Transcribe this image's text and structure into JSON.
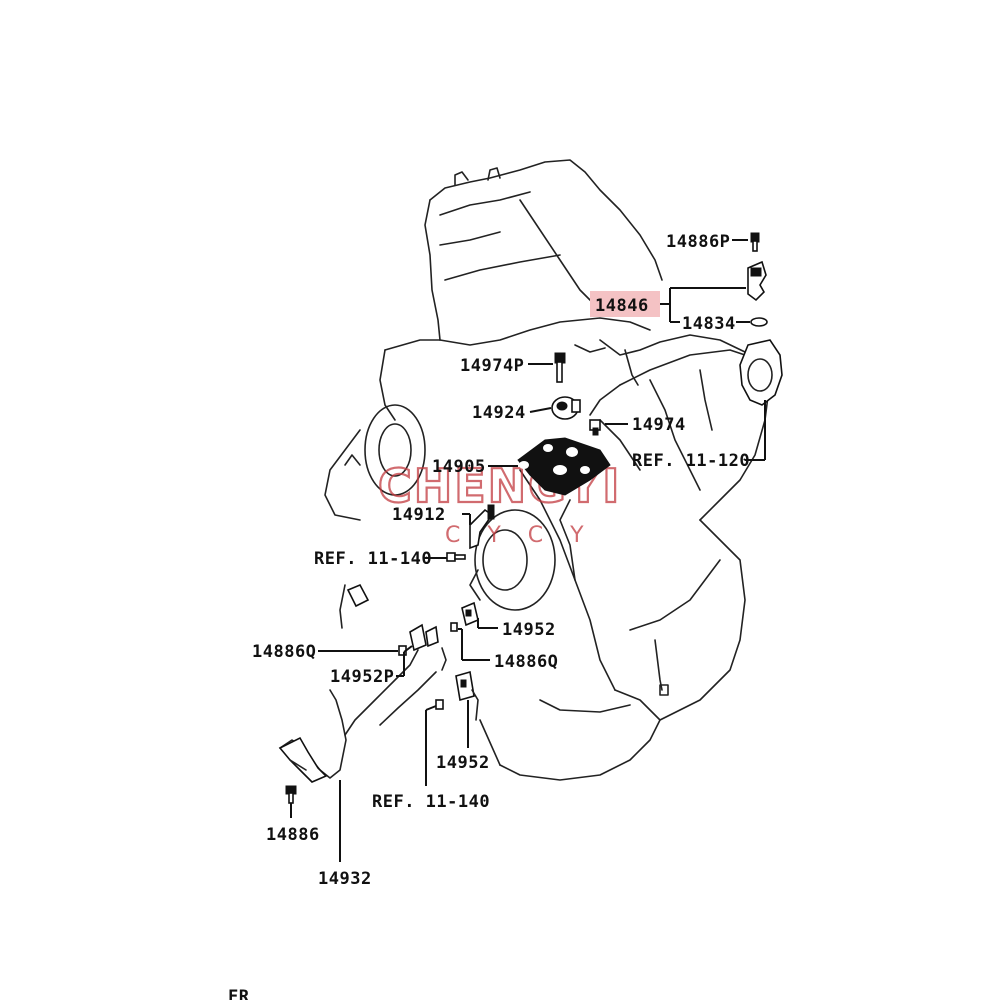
{
  "highlight_color": "#f4c2c4",
  "watermark": {
    "brand": "CHENGYI",
    "sub": "C Y C Y",
    "color": "#c23a3f"
  },
  "corner_text": "FR",
  "labels": {
    "p14886P": "14886P",
    "p14846": "14846",
    "p14834": "14834",
    "p14974P": "14974P",
    "p14924": "14924",
    "p14974": "14974",
    "ref_11_120": "REF. 11-120",
    "p14905": "14905",
    "p14912": "14912",
    "ref_11_140_a": "REF. 11-140",
    "p14952_a": "14952",
    "p14886Q_a": "14886Q",
    "p14886Q_b": "14886Q",
    "p14952P": "14952P",
    "p14952_b": "14952",
    "ref_11_140_b": "REF. 11-140",
    "p14886": "14886",
    "p14932": "14932"
  }
}
